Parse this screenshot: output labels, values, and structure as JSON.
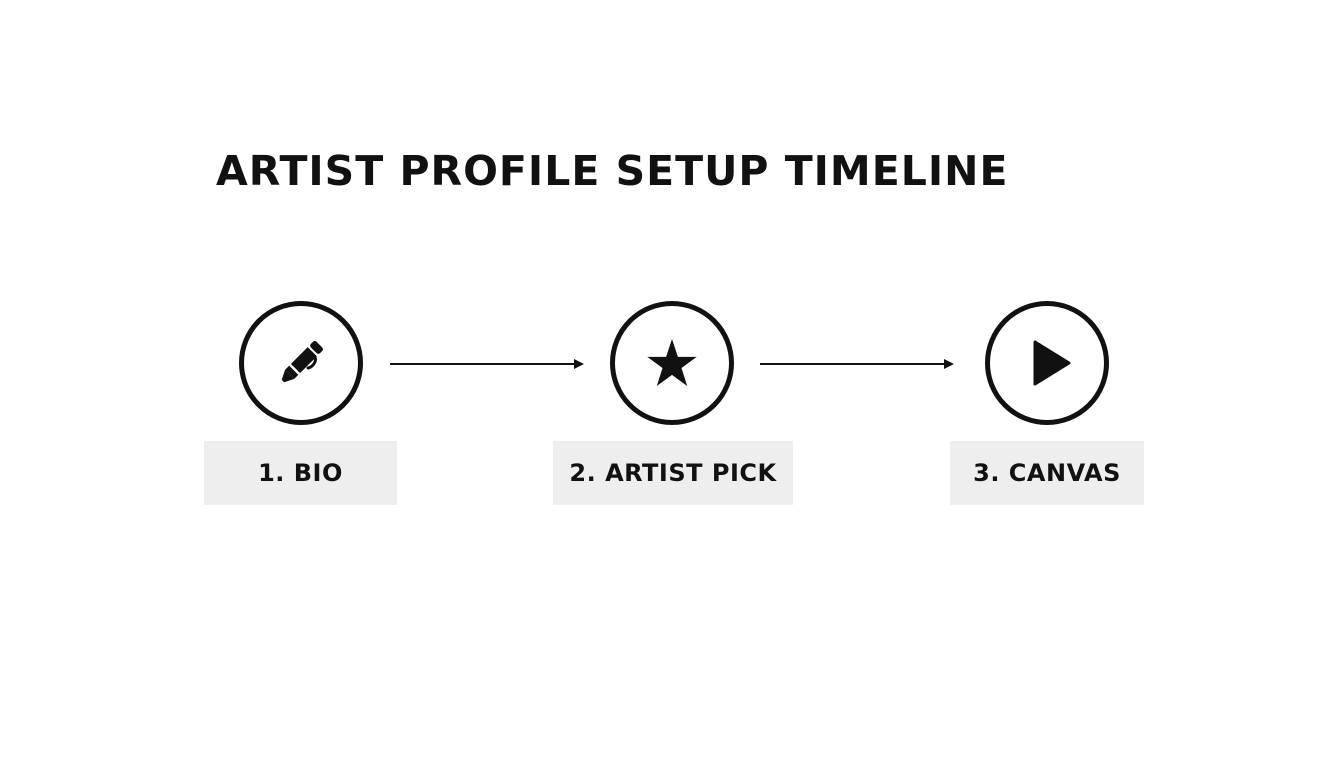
{
  "title": "ARTIST PROFILE SETUP TIMELINE",
  "steps": [
    {
      "label": "1. BIO",
      "icon": "pencil-icon"
    },
    {
      "label": "2. ARTIST PICK",
      "icon": "star-icon"
    },
    {
      "label": "3. CANVAS",
      "icon": "play-icon"
    }
  ],
  "colors": {
    "ink": "#111111",
    "label_background": "#eeeeee",
    "page_background": "#ffffff"
  }
}
